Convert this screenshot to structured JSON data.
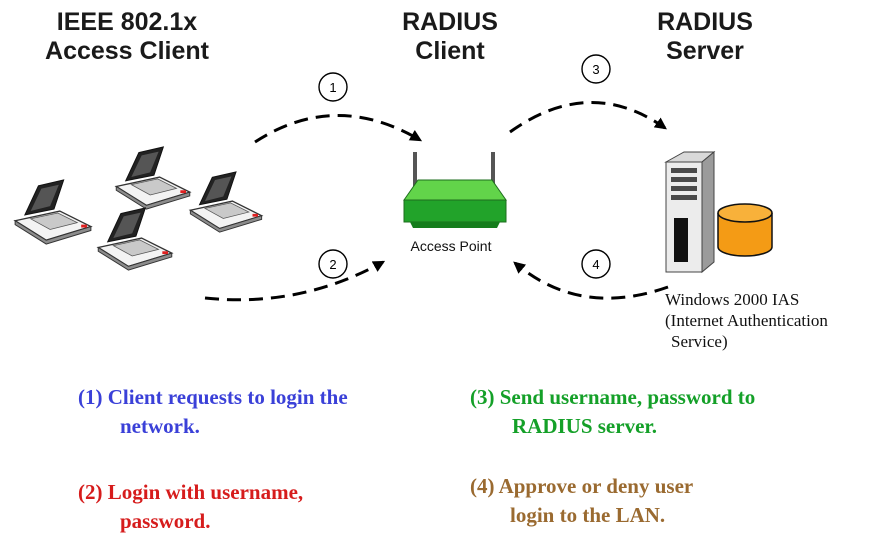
{
  "headers": {
    "access_client": [
      "IEEE 802.1x",
      "Access Client"
    ],
    "radius_client": [
      "RADIUS",
      "Client"
    ],
    "radius_server": [
      "RADIUS",
      "Server"
    ]
  },
  "access_point_label": "Access Point",
  "server_label": [
    "Windows 2000 IAS",
    "(Internet Authentication",
    "Service)"
  ],
  "steps": [
    "1",
    "2",
    "3",
    "4"
  ],
  "notes": {
    "step1": [
      "(1) Client requests to login the",
      "network."
    ],
    "step2": [
      "(2) Login with username,",
      "password."
    ],
    "step3": [
      "(3) Send username, password to",
      "RADIUS server."
    ],
    "step4": [
      "(4) Approve or deny user",
      "login to the LAN."
    ]
  },
  "colors": {
    "step1": "#3a40d8",
    "step2": "#d61c1c",
    "step3": "#14a028",
    "step4": "#9a6a30",
    "access_point": "#2fb13a",
    "database": "#f49b15"
  }
}
